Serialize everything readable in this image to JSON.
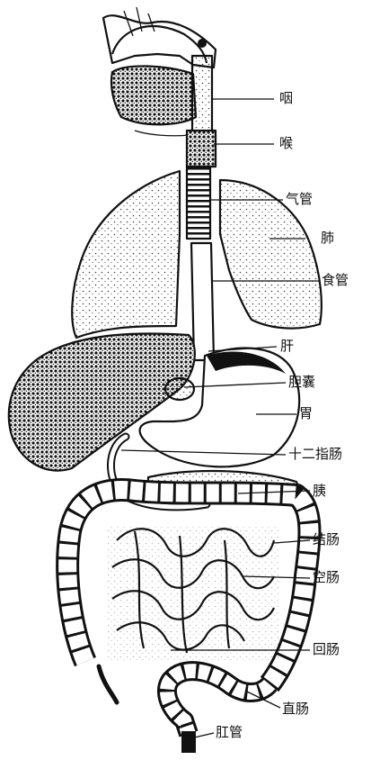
{
  "labels": {
    "pharynx": "咽",
    "larynx": "喉",
    "trachea": "气管",
    "lung": "肺",
    "esophagus": "食管",
    "liver": "肝",
    "gallbladder": "胆囊",
    "stomach": "胃",
    "duodenum": "十二指肠",
    "pancreas": "胰",
    "colon": "结肠",
    "jejunum": "空肠",
    "ileum": "回肠",
    "rectum": "直肠",
    "anus": "肛管"
  }
}
